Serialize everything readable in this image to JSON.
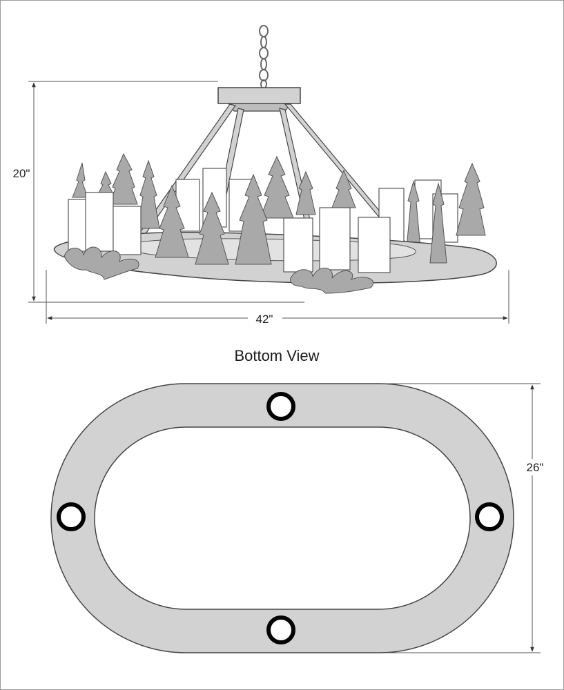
{
  "figure": {
    "height_label": "20\"",
    "width_label": "42\"",
    "depth_label": "26\"",
    "bottom_title": "Bottom View"
  },
  "colors": {
    "metal_fill": "#d2d2d2",
    "outline": "#444444",
    "tree_fill": "#a9a9a9",
    "candle_fill": "#ffffff",
    "socket_ring": "#000000"
  }
}
